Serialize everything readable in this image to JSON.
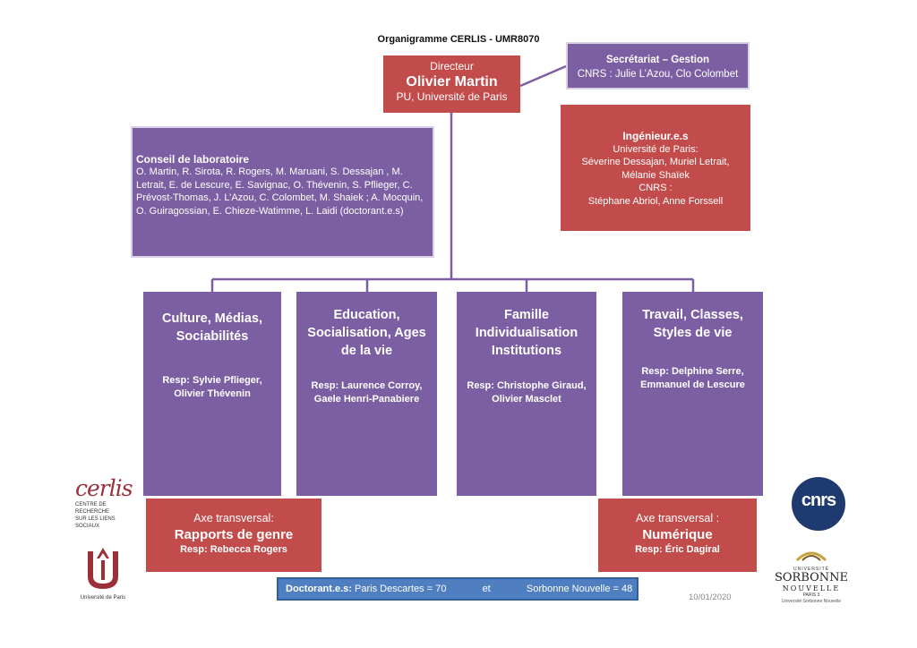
{
  "title": "Organigramme CERLIS - UMR8070",
  "director": {
    "role": "Directeur",
    "name": "Olivier Martin",
    "affiliation": "PU, Université de Paris"
  },
  "secretariat": {
    "title": "Secrétariat – Gestion",
    "members": "CNRS : Julie L’Azou, Clo Colombet"
  },
  "engineers": {
    "title": "Ingénieur.e.s",
    "lines": [
      "Université de Paris:",
      "Séverine Dessajan, Muriel Letrait,",
      "Mélanie Shaïek",
      "CNRS :",
      "Stéphane Abriol, Anne Forssell"
    ]
  },
  "council": {
    "title": "Conseil de laboratoire",
    "members": "O. Martin, R. Sirota, R. Rogers, M. Maruani, S. Dessajan ,  M. Letrait, E. de Lescure, E. Savignac, O.  Thévenin, S. Pflieger, C. Prévost-Thomas, J. L’Azou, C. Colombet, M. Shaiek ; A. Mocquin, O. Guiragossian, E. Chieze-Watimme, L. Laidi (doctorant.e.s)"
  },
  "teams": [
    {
      "name": "Culture, Médias, Sociabilités",
      "resp": "Resp:  Sylvie Pflieger, Olivier Thévenin"
    },
    {
      "name": "Education, Socialisation, Ages de la vie",
      "resp": "Resp: Laurence Corroy, Gaele Henri-Panabiere"
    },
    {
      "name": "Famille Individualisation Institutions",
      "resp": "Resp: Christophe Giraud, Olivier Masclet"
    },
    {
      "name": "Travail, Classes, Styles de vie",
      "resp": "Resp: Delphine Serre, Emmanuel de Lescure"
    }
  ],
  "axes": [
    {
      "label": "Axe transversal:",
      "name": "Rapports de genre",
      "resp": "Resp: Rebecca Rogers"
    },
    {
      "label": "Axe transversal :",
      "name": "Numérique",
      "resp": "Resp: Éric Dagiral"
    }
  ],
  "doctorants": {
    "label": "Doctorant.e.s:",
    "part1": "Paris Descartes = 70",
    "sep": "et",
    "part2": "Sorbonne Nouvelle = 48"
  },
  "date": "10/01/2020",
  "logos": {
    "cerlis_word": "cerlis",
    "cerlis_sub1": "CENTRE DE RECHERCHE",
    "cerlis_sub2": "SUR LES LIENS SOCIAUX",
    "up_caption": "Université de Paris",
    "cnrs_word": "cnrs",
    "sorbonne_top": "UNIVERSITÉ",
    "sorbonne_main": "SORBONNE",
    "sorbonne_sub": "NOUVELLE",
    "sorbonne_paris": "PARIS 3",
    "sorbonne_caption": "Université Sorbonne Nouvelle"
  },
  "colors": {
    "red": "#c24c4b",
    "purple": "#7b5fa2",
    "blue": "#4f7fc0"
  }
}
